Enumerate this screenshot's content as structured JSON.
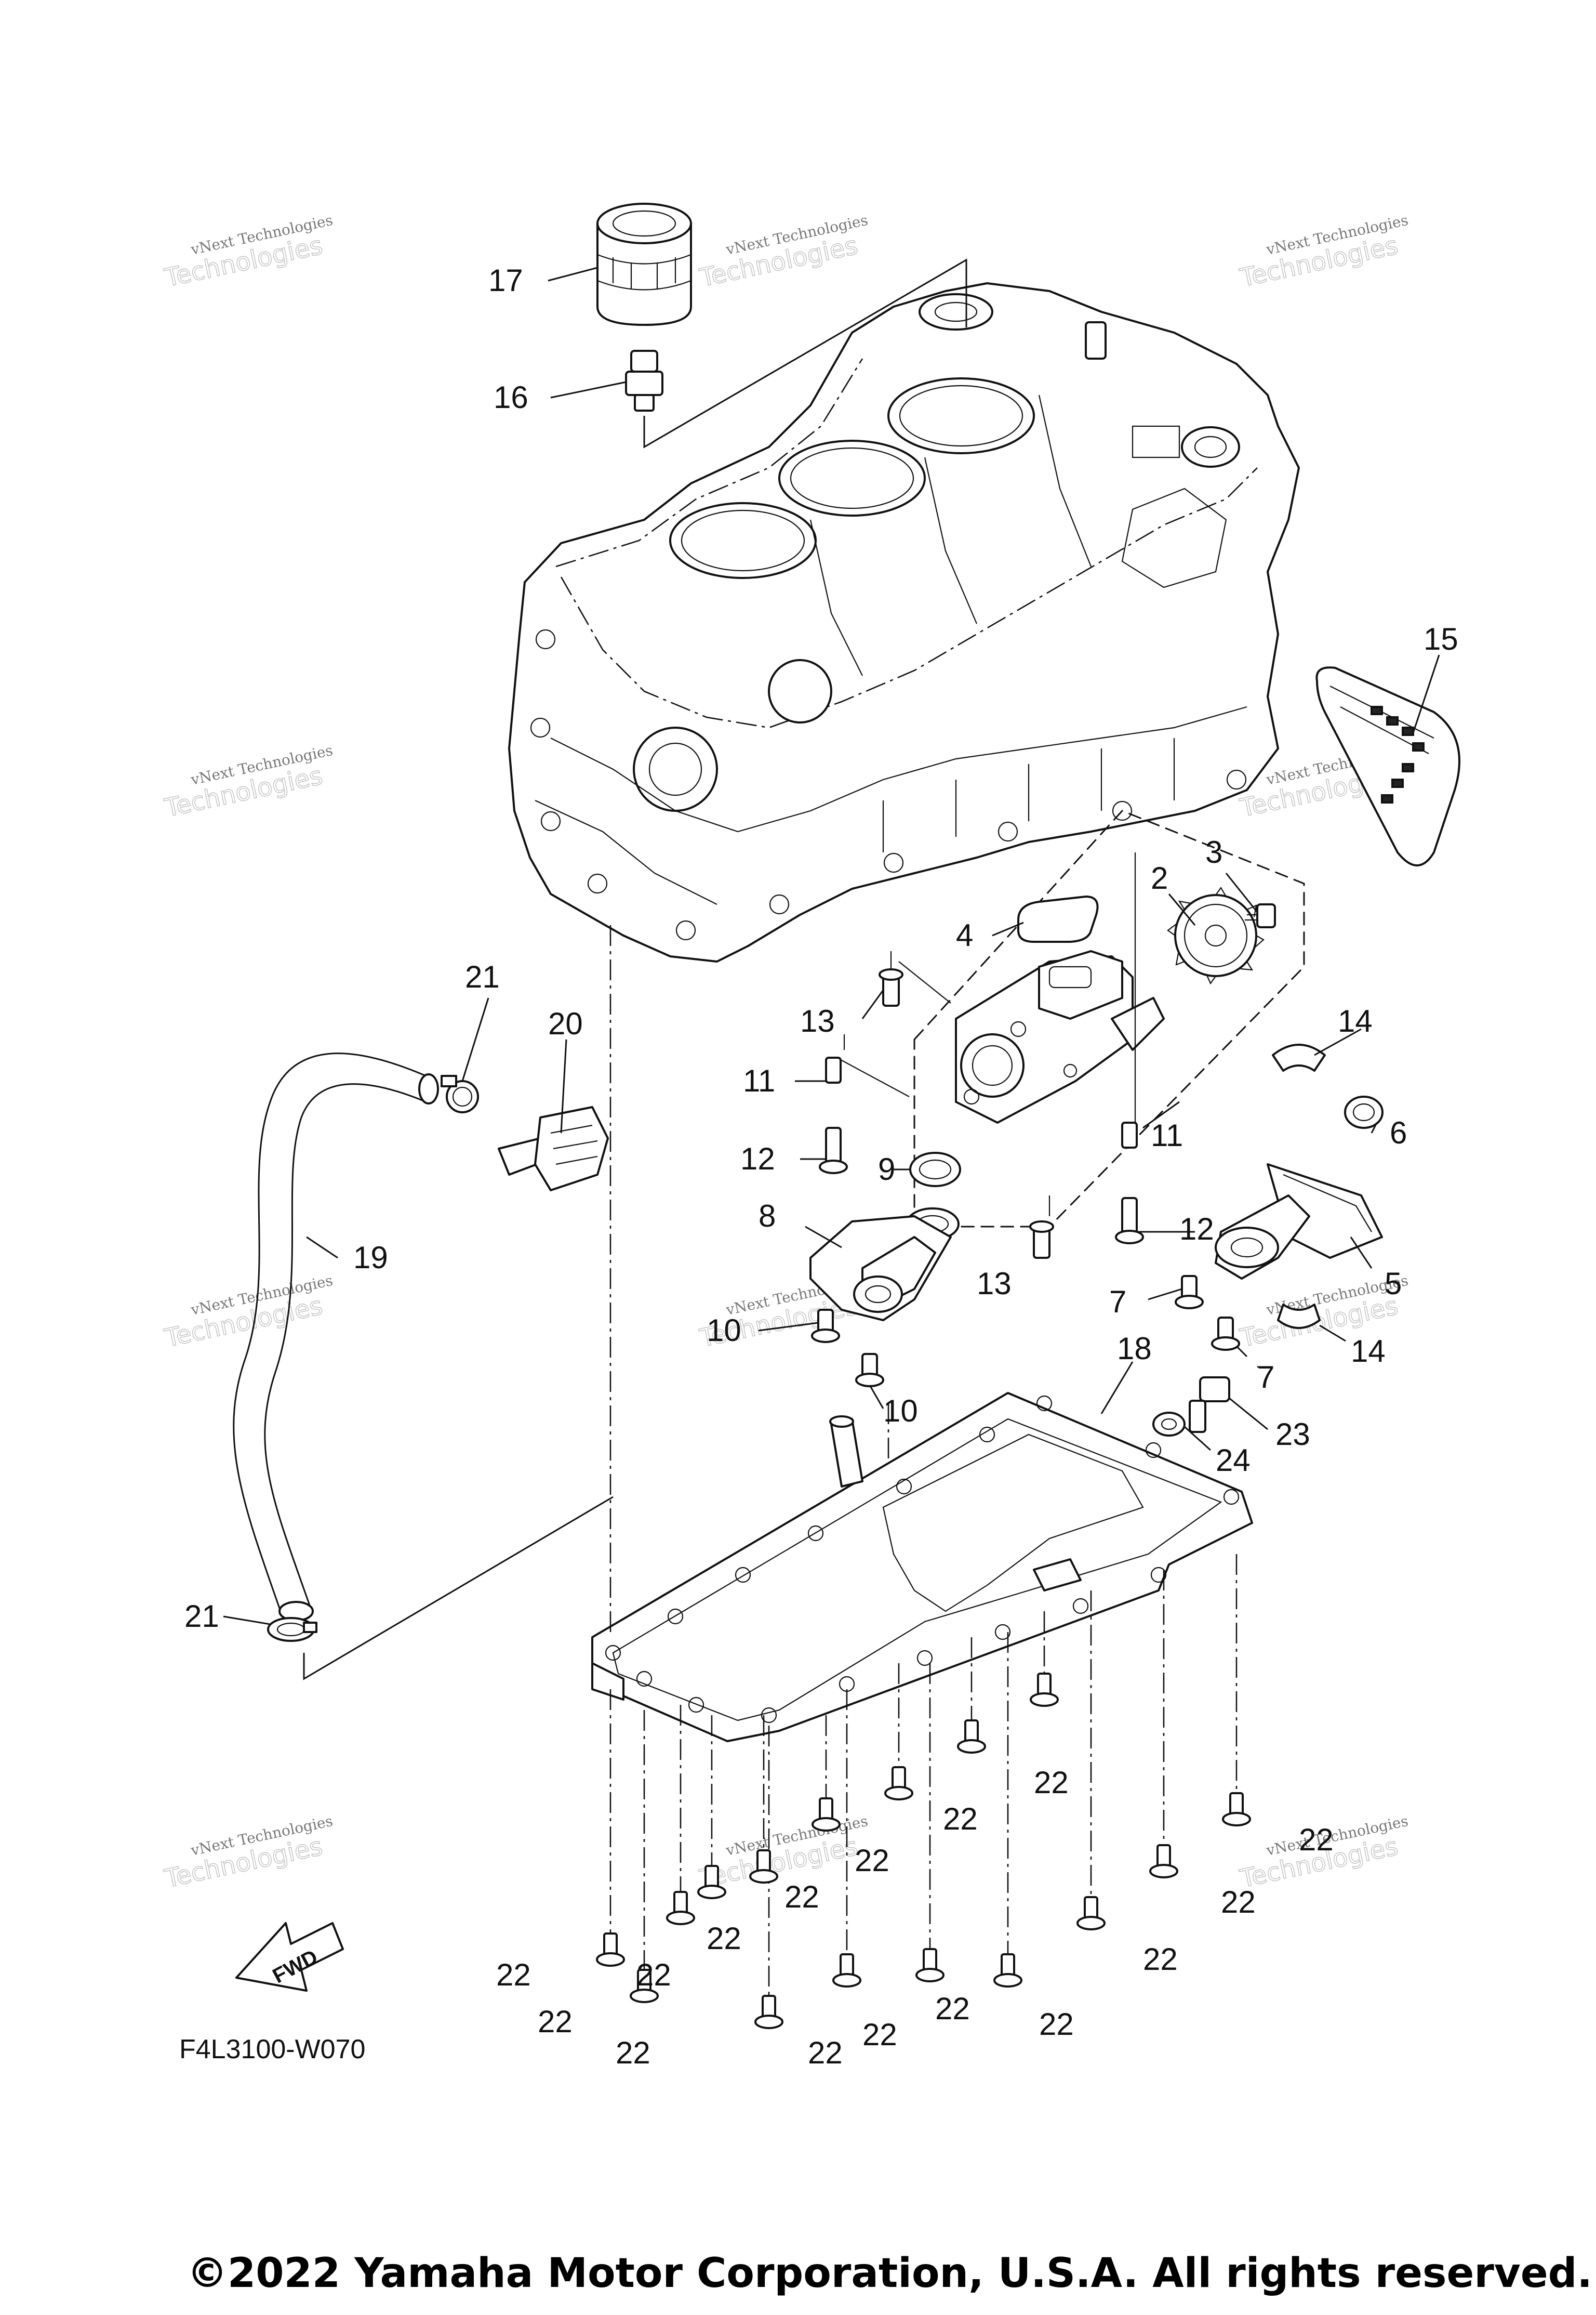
{
  "figure_code": "F4L3100-W070",
  "copyright": "©2022 Yamaha Motor Corporation, U.S.A. All rights reserved.",
  "fwd_label": "FWD",
  "watermark": {
    "line1": "vNext Technologies",
    "line2": "Technologies"
  },
  "callouts": [
    {
      "id": "c15",
      "label": "15"
    },
    {
      "id": "c17",
      "label": "17"
    },
    {
      "id": "c16",
      "label": "16"
    },
    {
      "id": "c3",
      "label": "3"
    },
    {
      "id": "c2",
      "label": "2"
    },
    {
      "id": "c4",
      "label": "4"
    },
    {
      "id": "c21a",
      "label": "21"
    },
    {
      "id": "c20",
      "label": "20"
    },
    {
      "id": "c13a",
      "label": "13"
    },
    {
      "id": "c14a",
      "label": "14"
    },
    {
      "id": "c11a",
      "label": "11"
    },
    {
      "id": "c6",
      "label": "6"
    },
    {
      "id": "c11b",
      "label": "11"
    },
    {
      "id": "c12a",
      "label": "12"
    },
    {
      "id": "c12b",
      "label": "12"
    },
    {
      "id": "c9",
      "label": "9"
    },
    {
      "id": "c8",
      "label": "8"
    },
    {
      "id": "c19",
      "label": "19"
    },
    {
      "id": "c13b",
      "label": "13"
    },
    {
      "id": "c5",
      "label": "5"
    },
    {
      "id": "c7a",
      "label": "7"
    },
    {
      "id": "c10a",
      "label": "10"
    },
    {
      "id": "c14b",
      "label": "14"
    },
    {
      "id": "c18",
      "label": "18"
    },
    {
      "id": "c7b",
      "label": "7"
    },
    {
      "id": "c10b",
      "label": "10"
    },
    {
      "id": "c23",
      "label": "23"
    },
    {
      "id": "c24",
      "label": "24"
    },
    {
      "id": "c21b",
      "label": "21"
    },
    {
      "id": "c22a",
      "label": "22"
    },
    {
      "id": "c22b",
      "label": "22"
    },
    {
      "id": "c22c",
      "label": "22"
    },
    {
      "id": "c22d",
      "label": "22"
    },
    {
      "id": "c22e",
      "label": "22"
    },
    {
      "id": "c22f",
      "label": "22"
    },
    {
      "id": "c22g",
      "label": "22"
    },
    {
      "id": "c22h",
      "label": "22"
    },
    {
      "id": "c22i",
      "label": "22"
    },
    {
      "id": "c22j",
      "label": "22"
    },
    {
      "id": "c22k",
      "label": "22"
    },
    {
      "id": "c22l",
      "label": "22"
    },
    {
      "id": "c22m",
      "label": "22"
    },
    {
      "id": "c22n",
      "label": "22"
    },
    {
      "id": "c22o",
      "label": "22"
    },
    {
      "id": "c22p",
      "label": "22"
    }
  ]
}
